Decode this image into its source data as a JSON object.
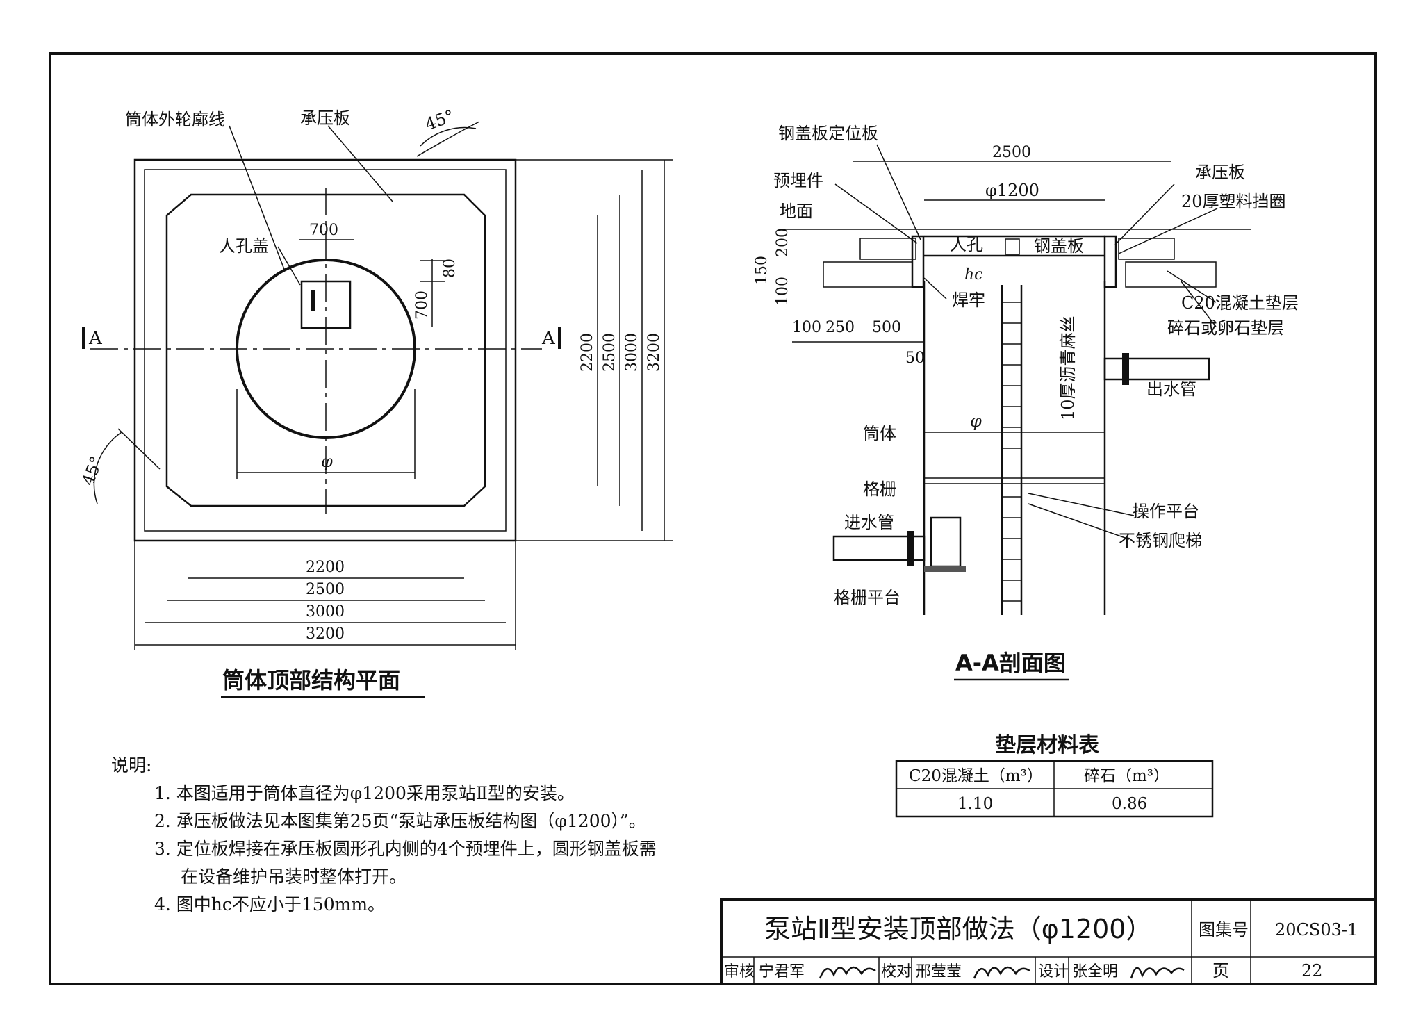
{
  "plan": {
    "title": "筒体顶部结构平面",
    "labels": {
      "outline": "筒体外轮廓线",
      "plate": "承压板",
      "manhole_cover": "人孔盖",
      "angle": "45°",
      "section_mark": "A",
      "phi": "φ"
    },
    "dims": {
      "d700a": "700",
      "d700b": "700",
      "d80": "80",
      "d2200": "2200",
      "d2500": "2500",
      "d3000": "3000",
      "d3200": "3200"
    }
  },
  "section": {
    "title": "A-A剖面图",
    "labels": {
      "locating_plate": "钢盖板定位板",
      "embedded": "预埋件",
      "ground": "地面",
      "manhole": "人孔",
      "steel_cover": "钢盖板",
      "weld": "焊牢",
      "plate": "承压板",
      "plastic_ring": "20厚塑料挡圈",
      "c20": "C20混凝土垫层",
      "gravel": "碎石或卵石垫层",
      "asphalt": "10厚沥青麻丝",
      "outlet": "出水管",
      "barrel": "筒体",
      "grille": "格栅",
      "inlet": "进水管",
      "op_platform": "操作平台",
      "ladder": "不锈钢爬梯",
      "grille_platform": "格栅平台",
      "hc": "hc",
      "phi1200": "φ1200",
      "phi": "φ"
    },
    "dims": {
      "d2500": "2500",
      "d200": "200",
      "d150": "150",
      "d100v": "100",
      "d100": "100",
      "d250": "250",
      "d500": "500",
      "d50": "50"
    }
  },
  "materials": {
    "title": "垫层材料表",
    "headers": [
      "C20混凝土（m³）",
      "碎石（m³）"
    ],
    "values": [
      "1.10",
      "0.86"
    ]
  },
  "notes": {
    "head": "说明:",
    "items": [
      "1. 本图适用于筒体直径为φ1200采用泵站Ⅱ型的安装。",
      "2. 承压板做法见本图集第25页“泵站承压板结构图（φ1200）”。",
      "3. 定位板焊接在承压板圆形孔内侧的4个预埋件上，圆形钢盖板需",
      "在设备维护吊装时整体打开。",
      "4. 图中hc不应小于150mm。"
    ]
  },
  "titleblock": {
    "title": "泵站Ⅱ型安装顶部做法（φ1200）",
    "atlas_label": "图集号",
    "atlas_no": "20CS03-1",
    "page_label": "页",
    "page_no": "22",
    "review_label": "审核",
    "reviewer": "宁君军",
    "check_label": "校对",
    "checker": "邢莹莹",
    "design_label": "设计",
    "designer": "张全明"
  }
}
